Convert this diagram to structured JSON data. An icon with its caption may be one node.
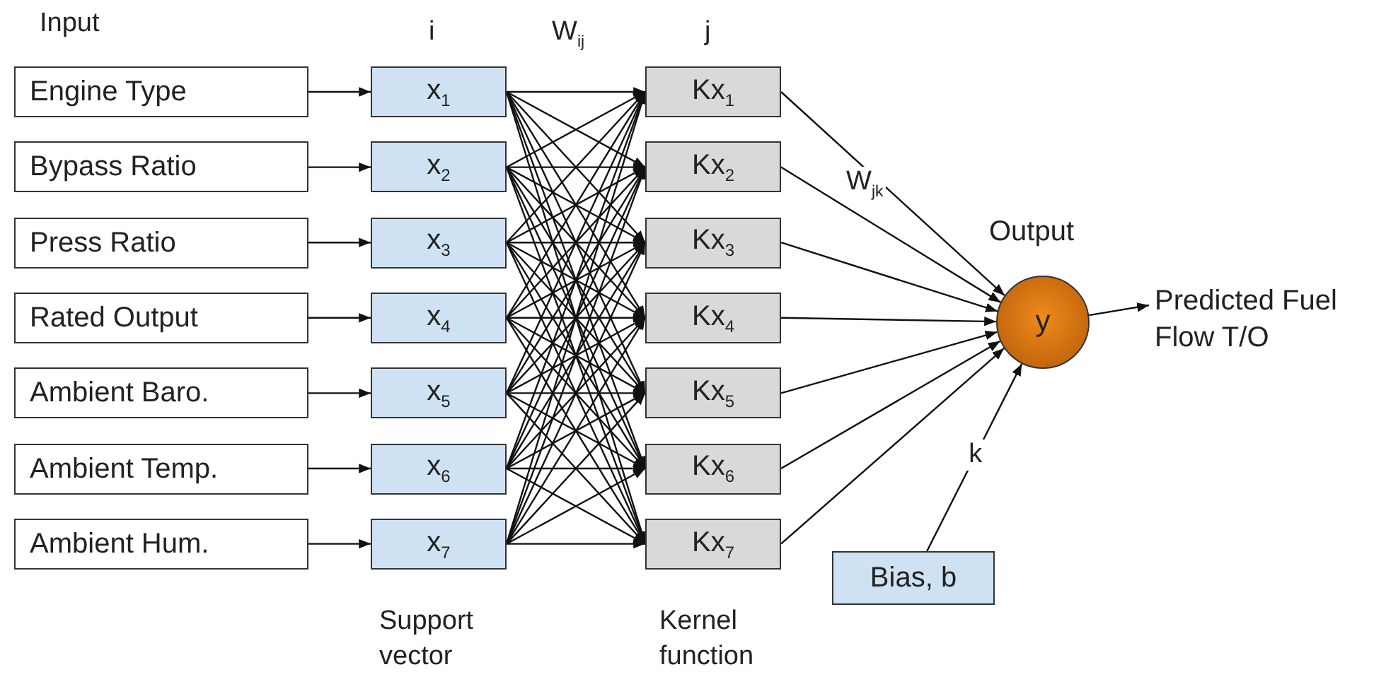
{
  "diagram": {
    "nodes": [
      {
        "text": [
          "Engine Type"
        ]
      },
      {
        "text": [
          "Bypass Ratio"
        ]
      },
      {
        "text": [
          "Press Ratio"
        ]
      },
      {
        "text": [
          "Rated Output"
        ]
      },
      {
        "text": [
          "Ambient Baro."
        ]
      },
      {
        "text": [
          "Ambient Temp."
        ]
      },
      {
        "text": [
          "Ambient Hum."
        ]
      },
      {
        "text": [
          "x$_{1}$"
        ]
      },
      {
        "text": [
          "x$_{2}$"
        ]
      },
      {
        "text": [
          "x$_{3}$"
        ]
      },
      {
        "text": [
          "x$_{4}$"
        ]
      },
      {
        "text": [
          "x$_{5}$"
        ]
      },
      {
        "text": [
          "x$_{6}$"
        ]
      },
      {
        "text": [
          "x$_{7}$"
        ]
      },
      {
        "text": [
          "Kx$_{1}$"
        ]
      },
      {
        "text": [
          "Kx$_{2}$"
        ]
      },
      {
        "text": [
          "Kx$_{3}$"
        ]
      },
      {
        "text": [
          "Kx$_{4}$"
        ]
      },
      {
        "text": [
          "Kx$_{5}$"
        ]
      },
      {
        "text": [
          "Kx$_{6}$"
        ]
      },
      {
        "text": [
          "Kx$_{7}$"
        ]
      },
      {
        "text": [
          "y"
        ],
        "beside": [
          "Output"
        ]
      },
      {
        "text": [
          "Bias, b"
        ]
      },
      {
        "text": [
          "Predicted Fuel Flow T/O"
        ]
      }
    ],
    "edges": [
      {
        "from": 0,
        "to": 7,
        "arrow": "to"
      },
      {
        "from": 1,
        "to": 8,
        "arrow": "to"
      },
      {
        "from": 2,
        "to": 9,
        "arrow": "to"
      },
      {
        "from": 3,
        "to": 10,
        "arrow": "to"
      },
      {
        "from": 4,
        "to": 11,
        "arrow": "to"
      },
      {
        "from": 5,
        "to": 12,
        "arrow": "to"
      },
      {
        "from": 6,
        "to": 13,
        "arrow": "to"
      },
      {
        "from": 7,
        "to": 14,
        "arrow": "to"
      },
      {
        "from": 7,
        "to": 15,
        "arrow": "to"
      },
      {
        "from": 7,
        "to": 16,
        "arrow": "to"
      },
      {
        "from": 7,
        "to": 17,
        "arrow": "to"
      },
      {
        "from": 7,
        "to": 18,
        "arrow": "to"
      },
      {
        "from": 7,
        "to": 19,
        "arrow": "to"
      },
      {
        "from": 7,
        "to": 20,
        "arrow": "to"
      },
      {
        "from": 8,
        "to": 14,
        "arrow": "to"
      },
      {
        "from": 8,
        "to": 15,
        "arrow": "to"
      },
      {
        "from": 8,
        "to": 16,
        "arrow": "to"
      },
      {
        "from": 8,
        "to": 17,
        "arrow": "to"
      },
      {
        "from": 8,
        "to": 18,
        "arrow": "to"
      },
      {
        "from": 8,
        "to": 19,
        "arrow": "to"
      },
      {
        "from": 8,
        "to": 20,
        "arrow": "to"
      },
      {
        "from": 9,
        "to": 14,
        "arrow": "to"
      },
      {
        "from": 9,
        "to": 15,
        "arrow": "to"
      },
      {
        "from": 9,
        "to": 16,
        "arrow": "to"
      },
      {
        "from": 9,
        "to": 17,
        "arrow": "to"
      },
      {
        "from": 9,
        "to": 18,
        "arrow": "to"
      },
      {
        "from": 9,
        "to": 19,
        "arrow": "to"
      },
      {
        "from": 9,
        "to": 20,
        "arrow": "to"
      },
      {
        "from": 10,
        "to": 14,
        "arrow": "to"
      },
      {
        "from": 10,
        "to": 15,
        "arrow": "to"
      },
      {
        "from": 10,
        "to": 16,
        "arrow": "to"
      },
      {
        "from": 10,
        "to": 17,
        "arrow": "to"
      },
      {
        "from": 10,
        "to": 18,
        "arrow": "to"
      },
      {
        "from": 10,
        "to": 19,
        "arrow": "to"
      },
      {
        "from": 10,
        "to": 20,
        "arrow": "to"
      },
      {
        "from": 11,
        "to": 14,
        "arrow": "to"
      },
      {
        "from": 11,
        "to": 15,
        "arrow": "to"
      },
      {
        "from": 11,
        "to": 16,
        "arrow": "to"
      },
      {
        "from": 11,
        "to": 17,
        "arrow": "to"
      },
      {
        "from": 11,
        "to": 18,
        "arrow": "to"
      },
      {
        "from": 11,
        "to": 19,
        "arrow": "to"
      },
      {
        "from": 11,
        "to": 20,
        "arrow": "to"
      },
      {
        "from": 12,
        "to": 14,
        "arrow": "to"
      },
      {
        "from": 12,
        "to": 15,
        "arrow": "to"
      },
      {
        "from": 12,
        "to": 16,
        "arrow": "to"
      },
      {
        "from": 12,
        "to": 17,
        "arrow": "to"
      },
      {
        "from": 12,
        "to": 18,
        "arrow": "to"
      },
      {
        "from": 12,
        "to": 19,
        "arrow": "to"
      },
      {
        "from": 12,
        "to": 20,
        "arrow": "to"
      },
      {
        "from": 13,
        "to": 14,
        "arrow": "to"
      },
      {
        "from": 13,
        "to": 15,
        "arrow": "to"
      },
      {
        "from": 13,
        "to": 16,
        "arrow": "to"
      },
      {
        "from": 13,
        "to": 17,
        "arrow": "to"
      },
      {
        "from": 13,
        "to": 18,
        "arrow": "to"
      },
      {
        "from": 13,
        "to": 19,
        "arrow": "to"
      },
      {
        "from": 13,
        "to": 20,
        "arrow": "to"
      },
      {
        "from": 14,
        "to": 21,
        "arrow": "to"
      },
      {
        "from": 15,
        "to": 21,
        "arrow": "to"
      },
      {
        "from": 16,
        "to": 21,
        "arrow": "to"
      },
      {
        "from": 17,
        "to": 21,
        "arrow": "to"
      },
      {
        "from": 18,
        "to": 21,
        "arrow": "to"
      },
      {
        "from": 19,
        "to": 21,
        "arrow": "to"
      },
      {
        "from": 20,
        "to": 21,
        "arrow": "to"
      },
      {
        "from": 22,
        "to": 21,
        "label": "k",
        "arrow": "to"
      },
      {
        "from": 21,
        "to": 23,
        "arrow": "to"
      }
    ],
    "labels": [
      "Input",
      "i",
      "W$_{ij}$",
      "j",
      "W$_{jk}$",
      "Support vector",
      "Kernel function"
    ]
  }
}
